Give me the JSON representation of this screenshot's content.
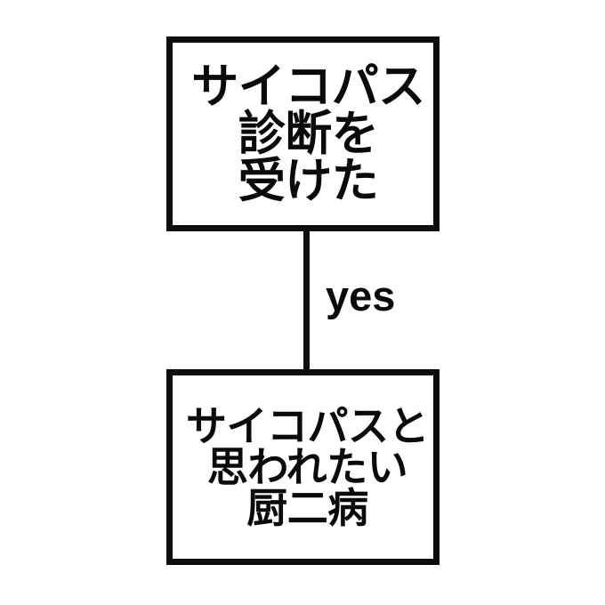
{
  "diagram": {
    "type": "flowchart",
    "background_color": "#ffffff",
    "stroke_color": "#0d0d0d",
    "text_color": "#0a0a0a",
    "nodes": [
      {
        "id": "decision",
        "shape": "rectangle",
        "lines": [
          "サイコパス",
          "診断を",
          "受けた"
        ]
      },
      {
        "id": "outcome",
        "shape": "rectangle",
        "lines": [
          "サイコパスと",
          "思われたい",
          "厨二病"
        ]
      }
    ],
    "edges": [
      {
        "from": "decision",
        "to": "outcome",
        "label": "yes",
        "style": "solid-vertical"
      }
    ]
  }
}
